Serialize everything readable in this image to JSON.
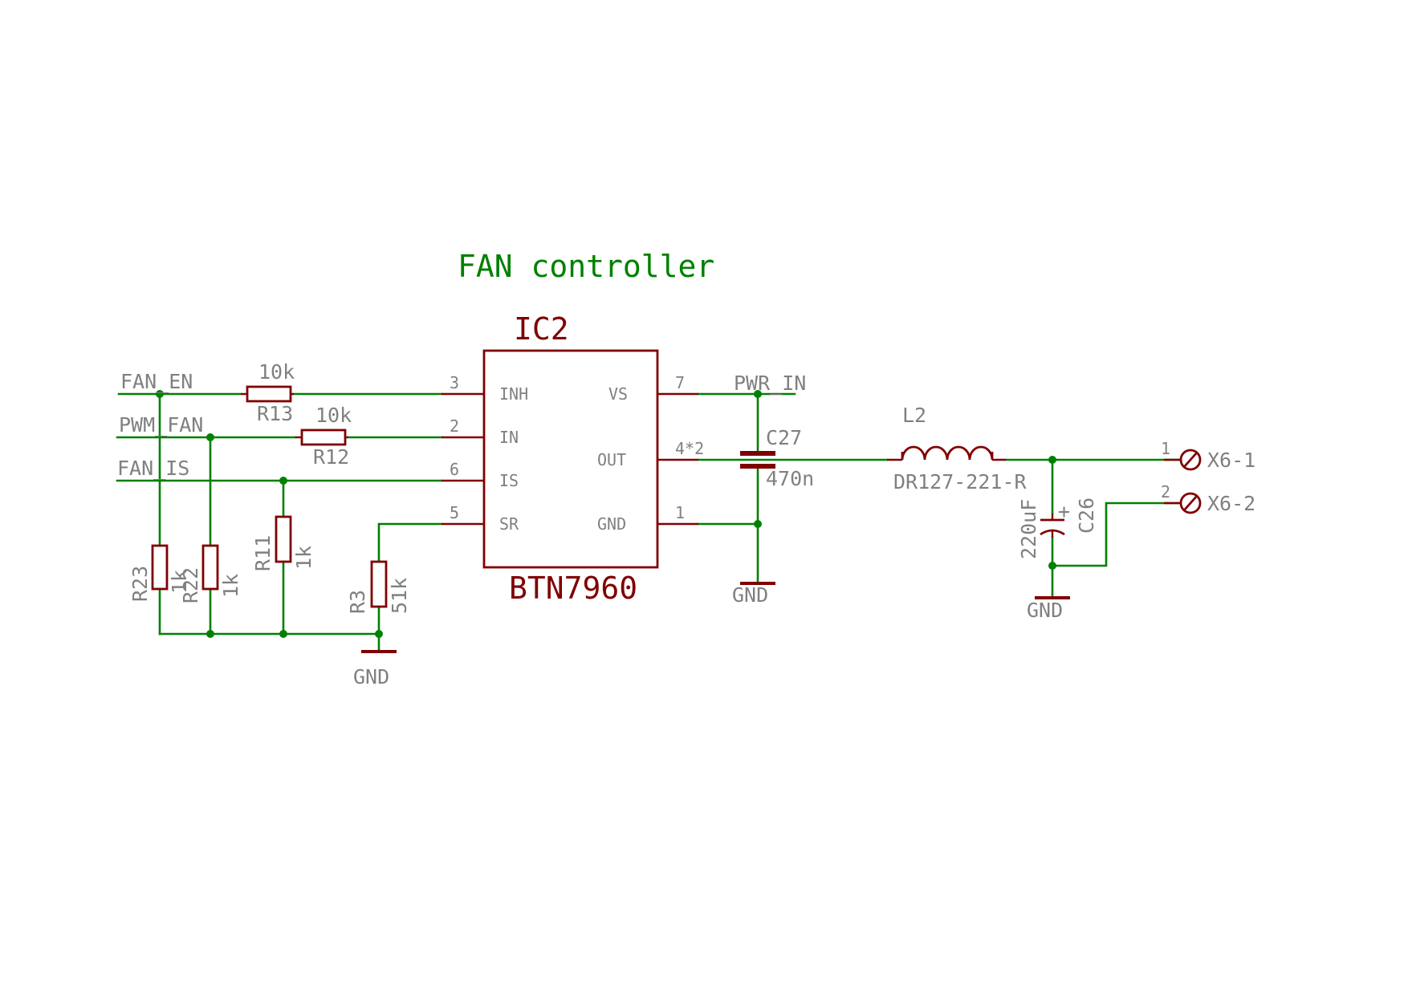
{
  "title": "FAN controller",
  "ic": {
    "ref": "IC2",
    "value": "BTN7960",
    "pins": [
      {
        "num": "3",
        "name": "INH"
      },
      {
        "num": "2",
        "name": "IN"
      },
      {
        "num": "6",
        "name": "IS"
      },
      {
        "num": "5",
        "name": "SR"
      },
      {
        "num": "7",
        "name": "VS"
      },
      {
        "num": "4*2",
        "name": "OUT"
      },
      {
        "num": "1",
        "name": "GND"
      }
    ]
  },
  "nets": {
    "fan_en": "FAN_EN",
    "pwm_fan": "PWM_FAN",
    "fan_is": "FAN_IS",
    "pwr_in": "PWR_IN"
  },
  "components": {
    "r13": {
      "ref": "R13",
      "value": "10k"
    },
    "r12": {
      "ref": "R12",
      "value": "10k"
    },
    "r23": {
      "ref": "R23",
      "value": "1k"
    },
    "r22": {
      "ref": "R22",
      "value": "1k"
    },
    "r11": {
      "ref": "R11",
      "value": "1k"
    },
    "r3": {
      "ref": "R3",
      "value": "51k"
    },
    "c27": {
      "ref": "C27",
      "value": "470n"
    },
    "l2": {
      "ref": "L2",
      "value": "DR127-221-R"
    },
    "c26": {
      "ref": "C26",
      "value": "220uF",
      "plus": "+"
    }
  },
  "connector": {
    "pin1_num": "1",
    "pin1_label": "X6-1",
    "pin2_num": "2",
    "pin2_label": "X6-2"
  },
  "gnd": "GND"
}
